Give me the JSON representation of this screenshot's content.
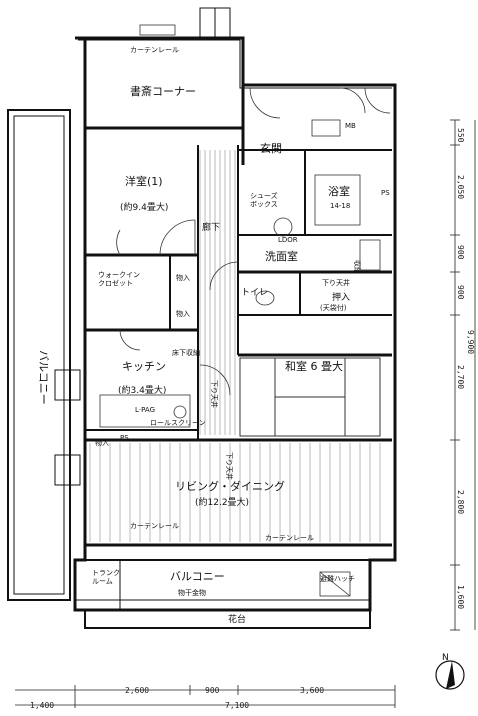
{
  "rooms": {
    "study": "書斎コーナー",
    "western1_name": "洋室(1)",
    "western1_size": "(約9.4畳大)",
    "entrance": "玄関",
    "shoes_box": "シューズ\nボックス",
    "bath": "浴室",
    "bath_size": "14-18",
    "corridor": "廊下",
    "washroom": "洗面室",
    "walkin_closet": "ウォークイン\nクロゼット",
    "toilet": "トイレ",
    "closet": "押入",
    "closet_note": "(天袋付)",
    "lowered_ceiling_1": "下り天井",
    "lowered_ceiling_2": "下り天井",
    "lowered_ceiling_3": "下り天井",
    "storage": "収納",
    "kitchen": "キッチン",
    "kitchen_size": "(約3.4畳大)",
    "washitsu": "和室 6 畳大",
    "living_dining": "リビング・ダイニング",
    "living_dining_size": "(約12.2畳大)",
    "balcony_side": "バルコニー",
    "balcony_bottom": "バルコニー",
    "trunk_room": "トランク\nルーム",
    "hanger": "物干金物",
    "flower_bed": "花台",
    "hatch": "避難ハッチ",
    "storage_in": "物入",
    "ps": "PS",
    "mb": "MB",
    "curtain_rail": "カーテンレール",
    "ld_label": "L·PAG",
    "roll_screen": "ロールスクリーン",
    "food_storage": "床下収納",
    "washer": "LDOR"
  },
  "dims_right": [
    "550",
    "2,050",
    "900",
    "900",
    "2,700",
    "2,800",
    "1,600"
  ],
  "dims_right_total": "9,900",
  "dims_bottom": [
    "2,600",
    "900",
    "3,600"
  ],
  "dims_bottom_left": "1,400",
  "dims_bottom_total": "7,100",
  "north_label": "N"
}
